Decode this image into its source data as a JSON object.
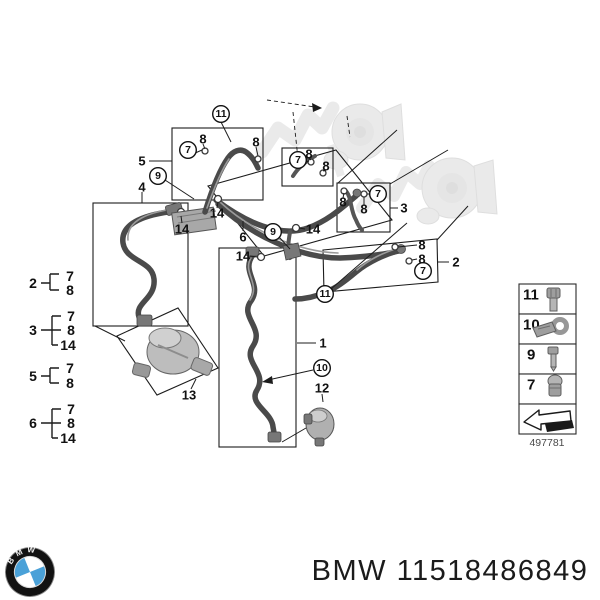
{
  "image": {
    "type": "exploded-parts-diagram",
    "subject": "coolant hoses and turbocharger coolant lines"
  },
  "diagram": {
    "plain_labels": [
      "5",
      "4",
      "8",
      "8",
      "8",
      "8",
      "8",
      "8",
      "3",
      "8",
      "8",
      "2",
      "14",
      "14",
      "14",
      "14",
      "6",
      "1",
      "12",
      "13"
    ],
    "circled_labels": [
      "11",
      "7",
      "7",
      "9",
      "7",
      "9",
      "7",
      "11",
      "10"
    ]
  },
  "reference_groups": [
    {
      "label": "2",
      "items": [
        "7",
        "8"
      ]
    },
    {
      "label": "3",
      "items": [
        "7",
        "8",
        "14"
      ]
    },
    {
      "label": "5",
      "items": [
        "7",
        "8"
      ]
    },
    {
      "label": "6",
      "items": [
        "7",
        "8",
        "14"
      ]
    }
  ],
  "legend": {
    "items": [
      {
        "label": "11",
        "icon": "cap-screw-icon"
      },
      {
        "label": "10",
        "icon": "clamp-icon"
      },
      {
        "label": "9",
        "icon": "screw-icon"
      },
      {
        "label": "7",
        "icon": "plug-fitting-icon"
      }
    ],
    "direction_icon": "arrow-left-icon",
    "code": "497781"
  },
  "footer": {
    "logo_text": "BMW",
    "brand": "BMW",
    "part_number": "11518486849",
    "display": "BMW 11518486849"
  },
  "colors": {
    "bmw_blue": "#4aa1d8",
    "line": "#1c1c1c",
    "hose": "#4a4a4a",
    "ghost": "#d2d2d2"
  }
}
